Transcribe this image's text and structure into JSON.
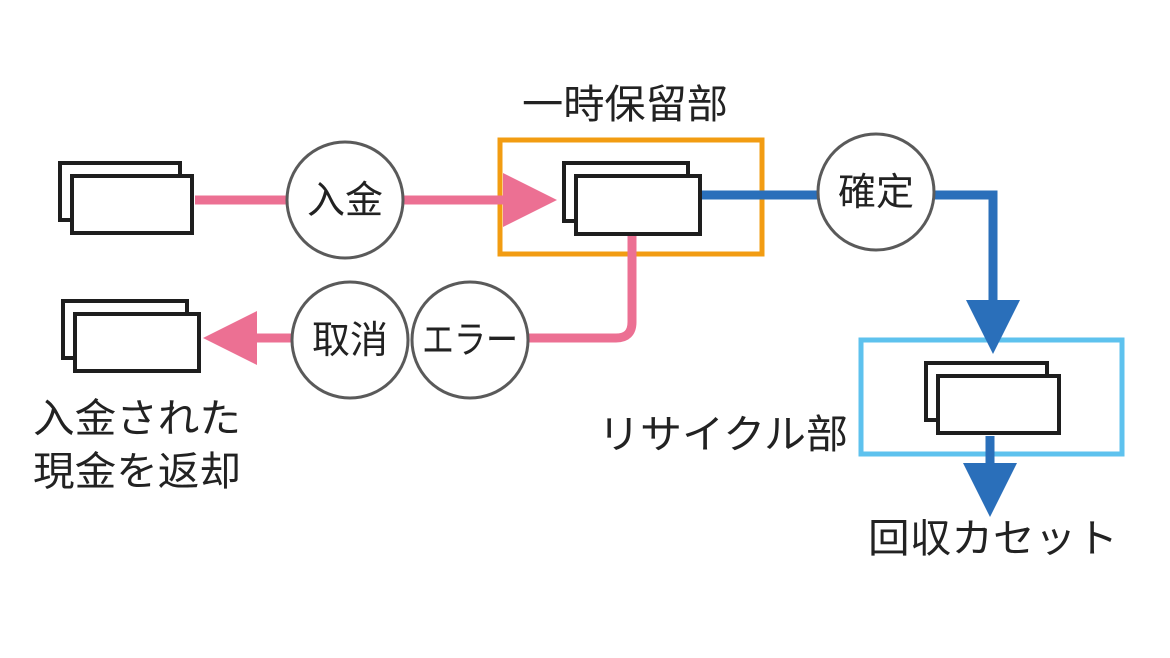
{
  "labels": {
    "temp_hold": "一時保留部",
    "recycle": "リサイクル部",
    "collection": "回収カセット",
    "return_line1": "入金された",
    "return_line2": "現金を返却"
  },
  "nodes": {
    "deposit": "入金",
    "confirm": "確定",
    "cancel": "取消",
    "error": "エラー"
  },
  "colors": {
    "pink": "#ec7093",
    "blue": "#2a6fba",
    "orange": "#f29c12",
    "light_blue": "#5ec2ee",
    "outline": "#1e1e1e",
    "circle_outline": "#5a5a5a"
  }
}
